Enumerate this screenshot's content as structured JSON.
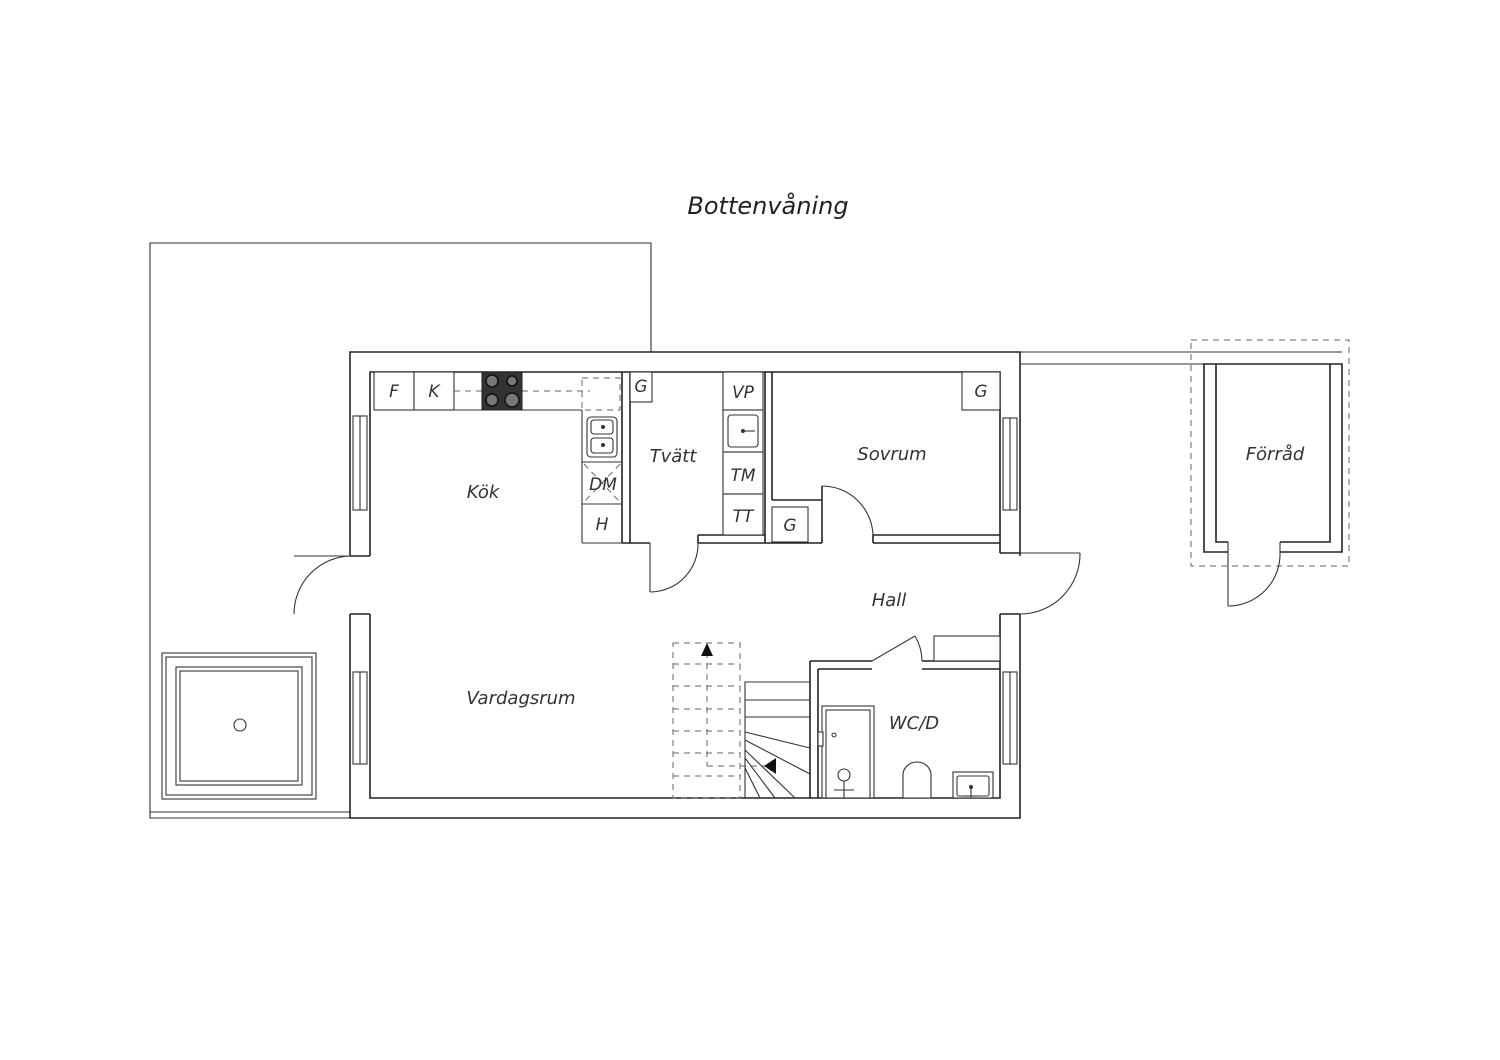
{
  "title": "Bottenvåning",
  "rooms": {
    "kok": "Kök",
    "tvatt": "Tvätt",
    "sovrum": "Sovrum",
    "forrad": "Förråd",
    "hall": "Hall",
    "vardagsrum": "Vardagsrum",
    "wc": "WC/D"
  },
  "fixtures": {
    "fridge": "F",
    "freezer": "K",
    "dishwasher": "DM",
    "cabinet_h": "H",
    "g_tvatt": "G",
    "vp": "VP",
    "tm": "TM",
    "tt": "TT",
    "g_sovrum": "G",
    "g_hall": "G"
  }
}
